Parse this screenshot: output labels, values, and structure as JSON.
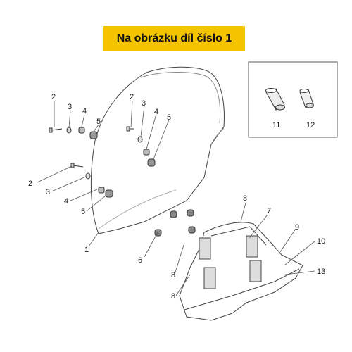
{
  "banner": {
    "text": "Na obrázku díl číslo 1"
  },
  "callouts": [
    "1",
    "2",
    "3",
    "4",
    "5",
    "6",
    "7",
    "8",
    "9",
    "10",
    "11",
    "12",
    "13"
  ]
}
